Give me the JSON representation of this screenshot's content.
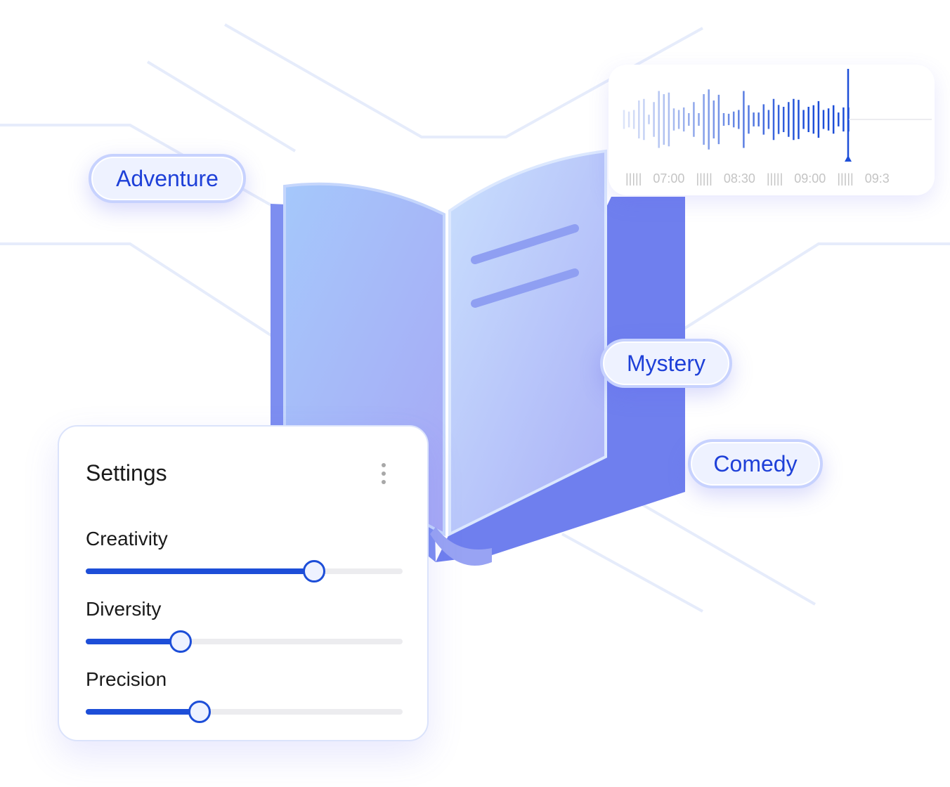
{
  "tags": [
    {
      "label": "Adventure"
    },
    {
      "label": "Mystery"
    },
    {
      "label": "Comedy"
    }
  ],
  "audio_timeline": {
    "time_labels": [
      "07:00",
      "08:30",
      "09:00",
      "09:3"
    ],
    "tick_glyph": "|||||",
    "waveform_amplitudes": [
      0.3,
      0.25,
      0.3,
      0.6,
      0.65,
      0.15,
      0.55,
      0.9,
      0.8,
      0.85,
      0.35,
      0.3,
      0.38,
      0.2,
      0.55,
      0.2,
      0.8,
      0.95,
      0.6,
      0.78,
      0.2,
      0.18,
      0.25,
      0.3,
      0.9,
      0.45,
      0.22,
      0.22,
      0.48,
      0.3,
      0.65,
      0.46,
      0.4,
      0.55,
      0.65,
      0.62,
      0.3,
      0.4,
      0.45,
      0.58,
      0.3,
      0.35,
      0.45,
      0.22,
      0.38,
      0.38
    ],
    "accent": "#1d4ed8"
  },
  "settings": {
    "title": "Settings",
    "menu_icon": "more-vertical-icon",
    "sliders": [
      {
        "label": "Creativity",
        "value": 0.72
      },
      {
        "label": "Diversity",
        "value": 0.3
      },
      {
        "label": "Precision",
        "value": 0.36
      }
    ]
  }
}
